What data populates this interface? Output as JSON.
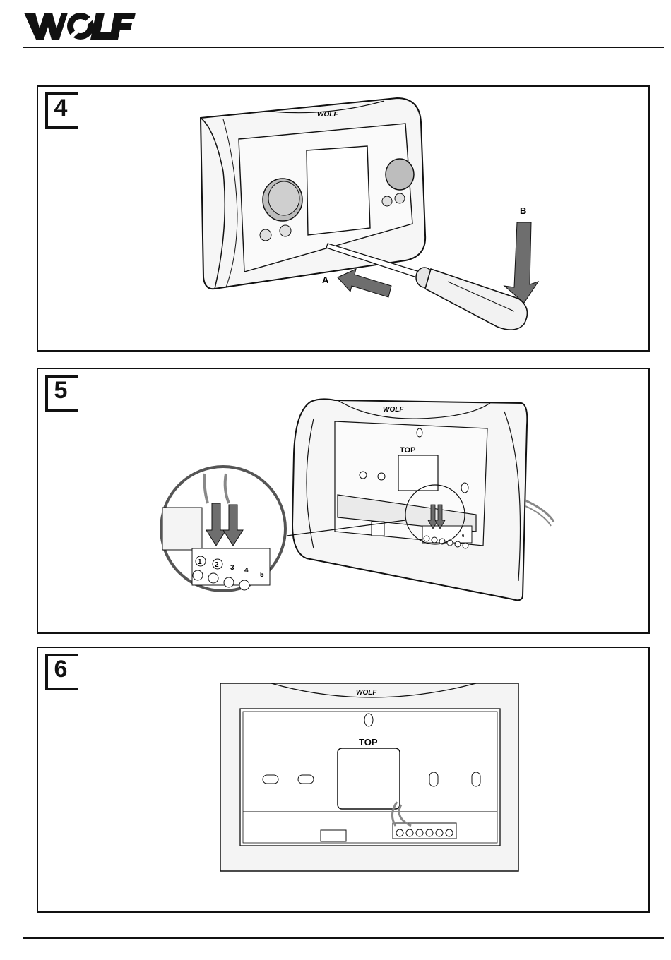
{
  "brand": {
    "logo_text": "WOLF"
  },
  "steps": [
    {
      "number": "4",
      "label_a": "A",
      "label_b": "B",
      "device_logo": "WOLF"
    },
    {
      "number": "5",
      "device_logo": "WOLF",
      "top_label": "TOP",
      "terminals": [
        "1",
        "2",
        "3",
        "4",
        "5",
        "6"
      ]
    },
    {
      "number": "6",
      "device_logo": "WOLF",
      "top_label": "TOP"
    }
  ],
  "colors": {
    "line": "#111111",
    "arrow_fill": "#6e6e6e",
    "knob_fill": "#bdbdbd",
    "housing_fill": "#f4f4f4"
  }
}
